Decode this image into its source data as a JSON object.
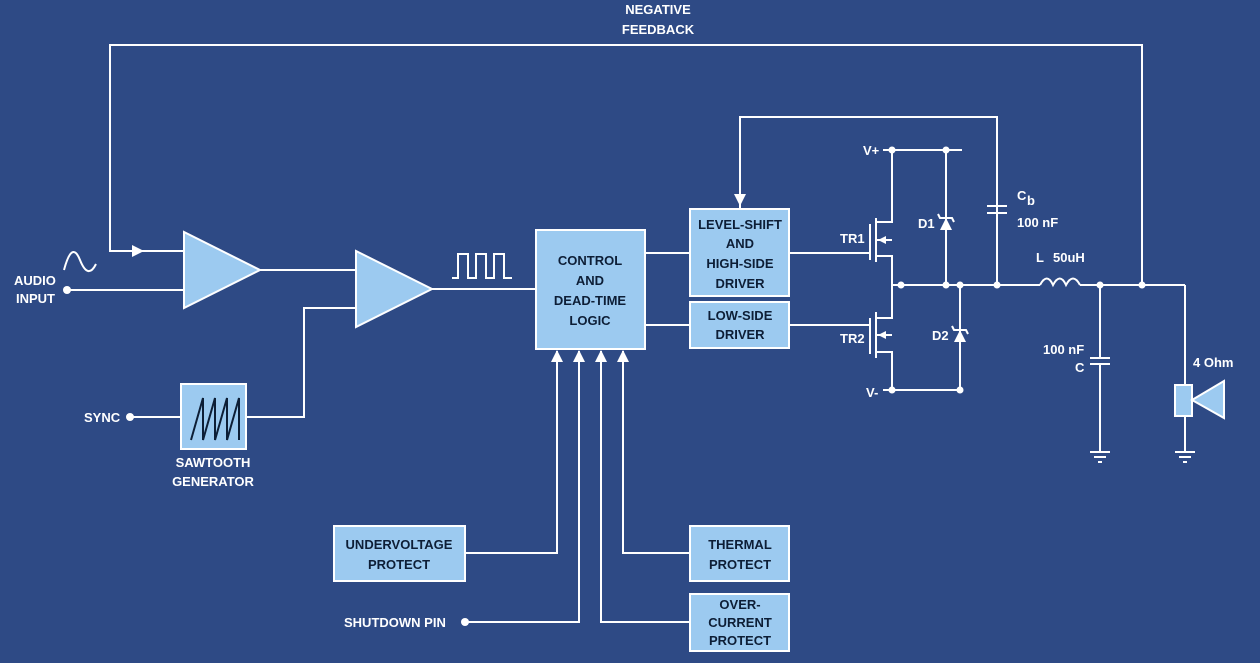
{
  "diagram": {
    "feedback_label": [
      "NEGATIVE",
      "FEEDBACK"
    ],
    "audio_input_label": [
      "AUDIO",
      "INPUT"
    ],
    "sync_label": "SYNC",
    "sawtooth_label": [
      "SAWTOOTH",
      "GENERATOR"
    ],
    "control_block": [
      "CONTROL",
      "AND",
      "DEAD-TIME",
      "LOGIC"
    ],
    "levelshift_block": [
      "LEVEL-SHIFT",
      "AND",
      "HIGH-SIDE",
      "DRIVER"
    ],
    "lowside_block": [
      "LOW-SIDE",
      "DRIVER"
    ],
    "undervoltage_block": [
      "UNDERVOLTAGE",
      "PROTECT"
    ],
    "thermal_block": [
      "THERMAL",
      "PROTECT"
    ],
    "overcurrent_block": [
      "OVER-",
      "CURRENT",
      "PROTECT"
    ],
    "shutdown_label": "SHUTDOWN PIN",
    "vplus": "V+",
    "vminus": "V-",
    "tr1": "TR1",
    "tr2": "TR2",
    "d1": "D1",
    "d2": "D2",
    "cb_label": "C",
    "cb_sub": "b",
    "cb_value": "100 nF",
    "l_label": "L",
    "l_value": "50uH",
    "c_value": "100 nF",
    "c_label": "C",
    "speaker_label": "4 Ohm"
  },
  "colors": {
    "background": "#2e4a85",
    "block": "#9ccaf0",
    "wire": "#ffffff",
    "block_text": "#0d1e36"
  }
}
